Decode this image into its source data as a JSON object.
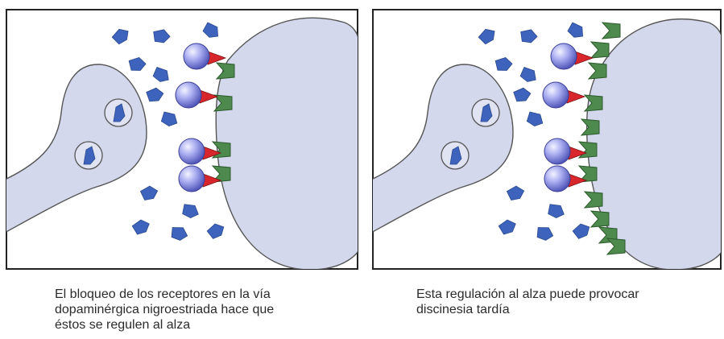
{
  "figure": {
    "panels": [
      {
        "id": "left",
        "caption": "El bloqueo de los receptores en la vía\ndopaminérgica nigroestriada hace que\néstos se regulen al alza"
      },
      {
        "id": "right",
        "caption": "Esta regulación al alza puede provocar\ndiscinesia tardía"
      }
    ],
    "colors": {
      "neuron_fill": "#d3d8ec",
      "neuron_stroke": "#555555",
      "dopamine": "#3e63bd",
      "receptor": "#4e8a4e",
      "antagonist_ball": "#8a8fe0",
      "antagonist_key": "#d9262c",
      "frame": "#222222"
    },
    "icons": {
      "dopamine": "dopamine-molecule-icon",
      "receptor": "dopamine-receptor-icon",
      "antagonist": "antipsychotic-antagonist-icon",
      "vesicle": "synaptic-vesicle-icon"
    }
  }
}
